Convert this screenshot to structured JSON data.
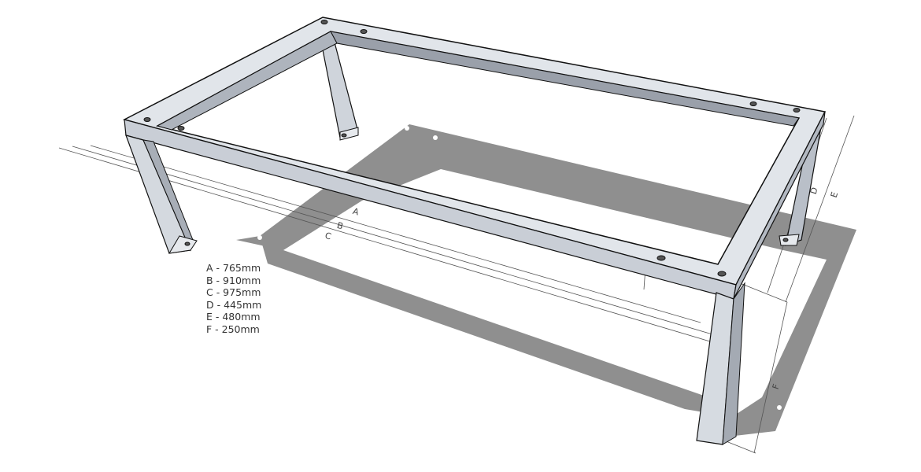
{
  "diagram": {
    "dimension_letters": [
      "A",
      "B",
      "C",
      "D",
      "E",
      "F"
    ],
    "legend": [
      {
        "letter": "A",
        "text": "A - 765mm"
      },
      {
        "letter": "B",
        "text": "B - 910mm"
      },
      {
        "letter": "C",
        "text": "C - 975mm"
      },
      {
        "letter": "D",
        "text": "D - 445mm"
      },
      {
        "letter": "E",
        "text": "E - 480mm"
      },
      {
        "letter": "F",
        "text": "F - 250mm"
      }
    ],
    "colors": {
      "metal": "#dfe3e8",
      "metal_dark": "#a9afb8",
      "shadow": "#8e8e8e",
      "line": "#555555"
    }
  }
}
